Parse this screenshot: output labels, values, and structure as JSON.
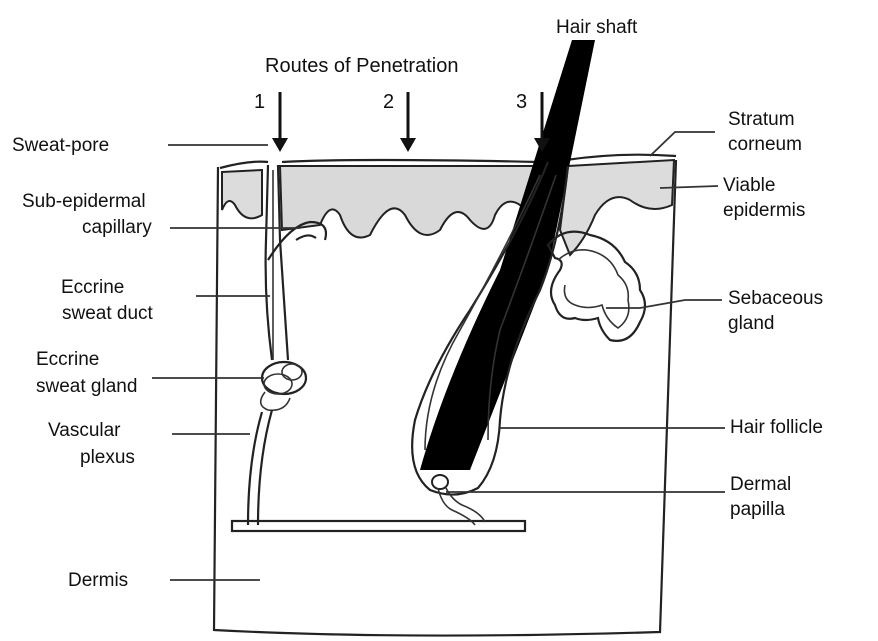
{
  "diagram": {
    "title": "Routes of Penetration",
    "routes": [
      "1",
      "2",
      "3"
    ],
    "labels": {
      "hair_shaft": "Hair shaft",
      "stratum_corneum_1": "Stratum",
      "stratum_corneum_2": "corneum",
      "viable_epidermis_1": "Viable",
      "viable_epidermis_2": "epidermis",
      "sebaceous_gland_1": "Sebaceous",
      "sebaceous_gland_2": "gland",
      "hair_follicle": "Hair follicle",
      "dermal_papilla_1": "Dermal",
      "dermal_papilla_2": "papilla",
      "sweat_pore": "Sweat-pore",
      "sub_epidermal_capillary_1": "Sub-epidermal",
      "sub_epidermal_capillary_2": "capillary",
      "eccrine_sweat_duct_1": "Eccrine",
      "eccrine_sweat_duct_2": "sweat duct",
      "eccrine_sweat_gland_1": "Eccrine",
      "eccrine_sweat_gland_2": "sweat gland",
      "vascular_plexus_1": "Vascular",
      "vascular_plexus_2": "plexus",
      "dermis": "Dermis"
    }
  }
}
